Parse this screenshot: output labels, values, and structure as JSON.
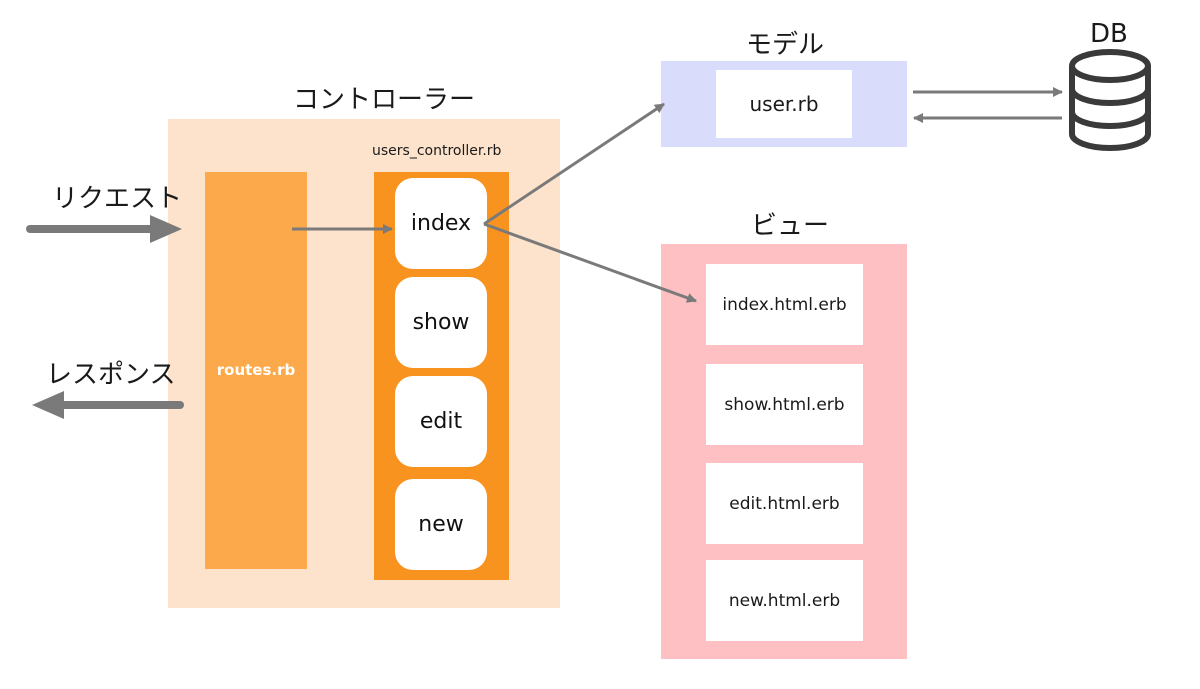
{
  "controller": {
    "title": "コントローラー",
    "routes_label": "routes.rb",
    "file_label": "users_controller.rb",
    "actions": [
      "index",
      "show",
      "edit",
      "new"
    ]
  },
  "model": {
    "title": "モデル",
    "file_label": "user.rb"
  },
  "view": {
    "title": "ビュー",
    "files": [
      "index.html.erb",
      "show.html.erb",
      "edit.html.erb",
      "new.html.erb"
    ]
  },
  "db": {
    "label": "DB"
  },
  "flow": {
    "request_label": "リクエスト",
    "response_label": "レスポンス"
  },
  "colors": {
    "controller_bg": "#fde3cc",
    "routes_bg": "#fba94a",
    "users_controller_bg": "#f9931f",
    "model_bg": "#d9ddfb",
    "view_bg": "#fec0c3",
    "arrow": "#7a7a7a"
  }
}
